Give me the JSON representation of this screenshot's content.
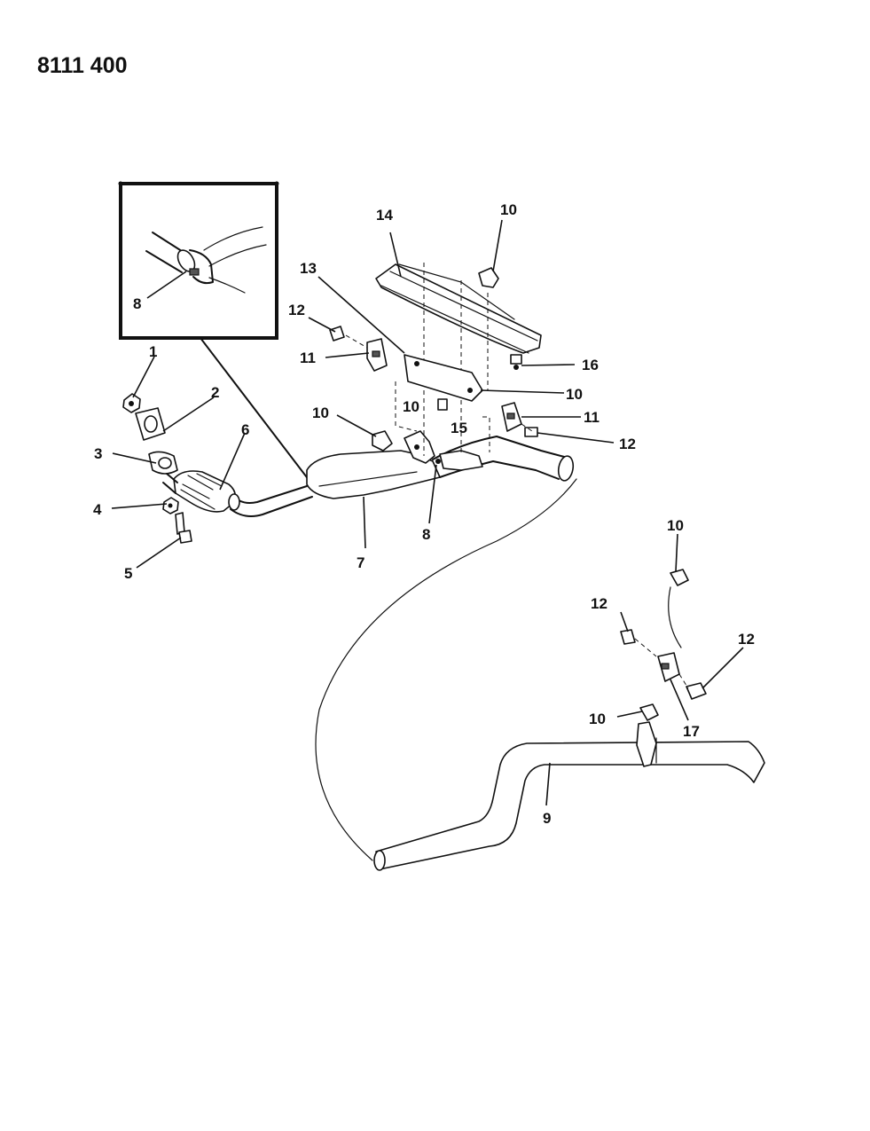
{
  "diagram_code": "8111 400",
  "callouts": [
    "1",
    "2",
    "3",
    "4",
    "5",
    "6",
    "7",
    "8",
    "8",
    "9",
    "10",
    "10",
    "10",
    "10",
    "10",
    "10",
    "11",
    "11",
    "12",
    "12",
    "12",
    "12",
    "13",
    "14",
    "15",
    "16",
    "17"
  ]
}
